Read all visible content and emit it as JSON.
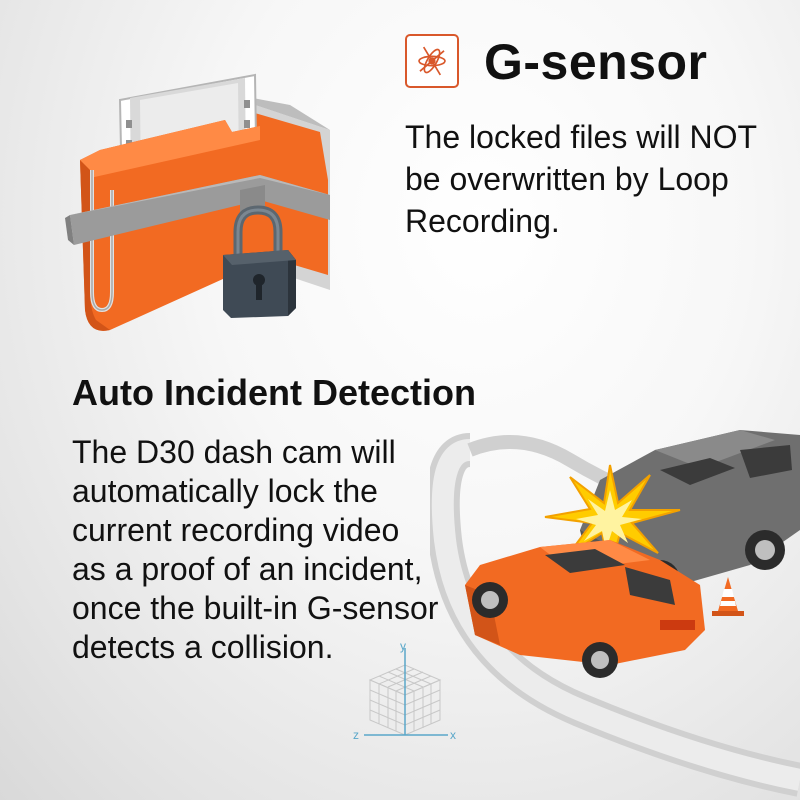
{
  "g_sensor": {
    "title": "G-sensor",
    "description": "The locked files will NOT be overwritten by Loop Recording.",
    "icon": "gyroscope-icon"
  },
  "auto_incident": {
    "title": "Auto Incident Detection",
    "description_lines": [
      "The D30 dash cam will",
      "automatically lock the",
      "current recording video",
      "as a proof of an incident,",
      "once the built-in G-sensor",
      "detects a collision."
    ]
  },
  "axis_labels": {
    "y": "y",
    "x": "x",
    "z": "z"
  },
  "colors": {
    "accent_orange": "#e9621f",
    "lock_gray": "#3f4a55",
    "car_gray": "#6f6f6f",
    "text": "#111111",
    "axis_blue": "#5aa7c9"
  }
}
